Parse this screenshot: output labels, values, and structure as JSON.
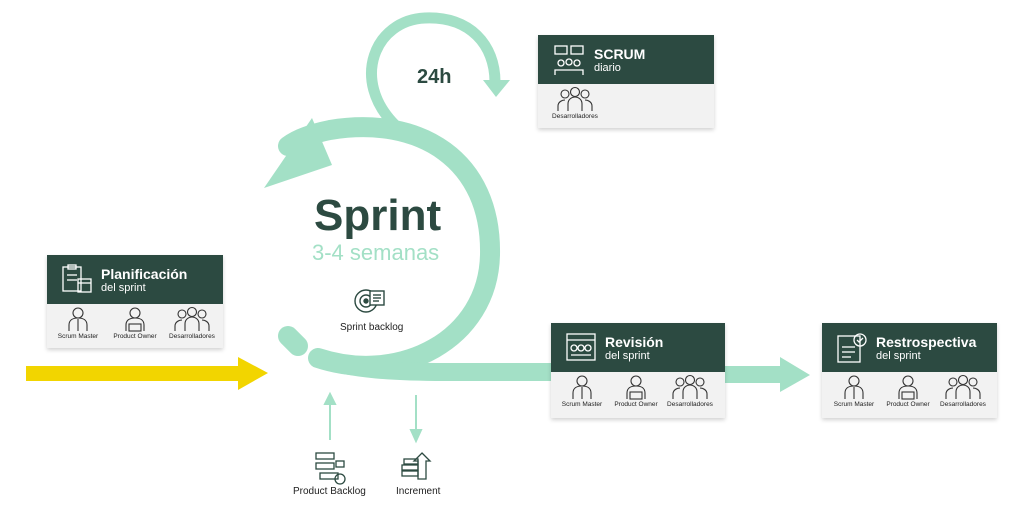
{
  "title": "Sprint",
  "duration": "3-4 semanas",
  "daily_cycle": "24h",
  "sprint_backlog_label": "Sprint backlog",
  "product_backlog_label": "Product Backlog",
  "increment_label": "Increment",
  "cards": {
    "scrum": {
      "title": "SCRUM",
      "subtitle": "diario",
      "roles": [
        "Desarrolladores"
      ]
    },
    "planificacion": {
      "title": "Planificación",
      "subtitle": "del sprint",
      "roles": [
        "Scrum Master",
        "Product Owner",
        "Desarrolladores"
      ]
    },
    "revision": {
      "title": "Revisión",
      "subtitle": "del sprint",
      "roles": [
        "Scrum Master",
        "Product Owner",
        "Desarrolladores"
      ]
    },
    "retrospectiva": {
      "title": "Restrospectiva",
      "subtitle": "del sprint",
      "roles": [
        "Scrum Master",
        "Product Owner",
        "Desarrolladores"
      ]
    }
  },
  "colors": {
    "loop": "#a3e0c6",
    "card_header": "#2c4a41",
    "card_body": "#f2f2f2",
    "input_arrow": "#f2d500",
    "title_text": "#2c4a41",
    "subtitle_text": "#a3e0c6",
    "small_arrow": "#a3e0c6"
  }
}
